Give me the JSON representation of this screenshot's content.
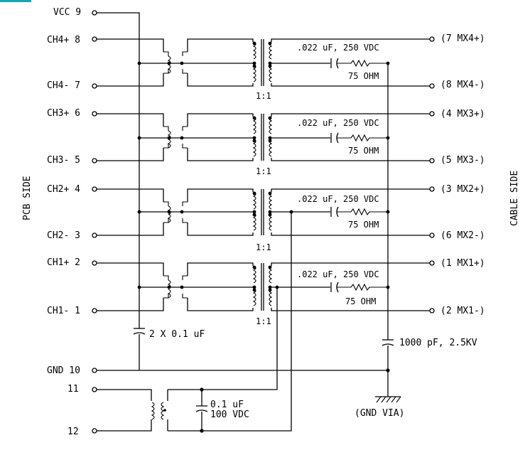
{
  "corner_accent_color": "#1aa3b5",
  "side_labels": {
    "left": "PCB SIDE",
    "right": "CABLE SIDE"
  },
  "pins_left": {
    "vcc": "VCC 9",
    "ch4p": "CH4+ 8",
    "ch4m": "CH4- 7",
    "ch3p": "CH3+ 6",
    "ch3m": "CH3- 5",
    "ch2p": "CH2+ 4",
    "ch2m": "CH2- 3",
    "ch1p": "CH1+ 2",
    "ch1m": "CH1- 1",
    "gnd": "GND 10",
    "p11": "11",
    "p12": "12"
  },
  "pins_right": {
    "mx4p": "(7 MX4+)",
    "mx4m": "(8 MX4-)",
    "mx3p": "(4 MX3+)",
    "mx3m": "(5 MX3-)",
    "mx2p": "(3 MX2+)",
    "mx2m": "(6 MX2-)",
    "mx1p": "(1 MX1+)",
    "mx1m": "(2 MX1-)"
  },
  "components": {
    "cap_rating": ".022 uF, 250 VDC",
    "resistor": "75 OHM",
    "ratio": "1:1",
    "bypass_caps": "2 X 0.1 uF",
    "hv_cap": "1000 pF, 2.5KV",
    "iso_cap_value": "0.1 uF",
    "iso_cap_voltage": "100 VDC",
    "gnd_via": "(GND VIA)"
  }
}
